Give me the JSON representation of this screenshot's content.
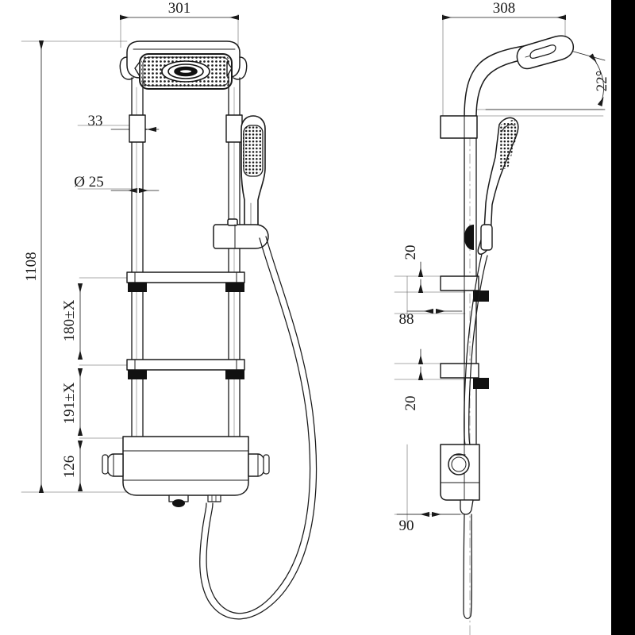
{
  "drawing": {
    "type": "engineering-dimension-drawing",
    "subject": "Thermostatic shower column / rail set",
    "line_color": "#1a1a1a",
    "background_color": "#ffffff",
    "band_color": "#000000",
    "views": [
      {
        "id": "front-view",
        "label": ""
      },
      {
        "id": "side-view",
        "label": ""
      }
    ]
  },
  "front_view": {
    "dimensions": {
      "overall_width": "301",
      "overall_height": "1108",
      "bracket_width": "33",
      "rail_diameter": "Ø 25",
      "upper_slider_spacing": "180±X",
      "lower_slider_spacing": "191±X",
      "valve_height": "126"
    }
  },
  "side_view": {
    "dimensions": {
      "overall_depth": "308",
      "head_angle": "22°",
      "upper_bracket_offset": "20",
      "bracket_projection": "88",
      "lower_bracket_offset": "20",
      "valve_projection": "90"
    }
  }
}
